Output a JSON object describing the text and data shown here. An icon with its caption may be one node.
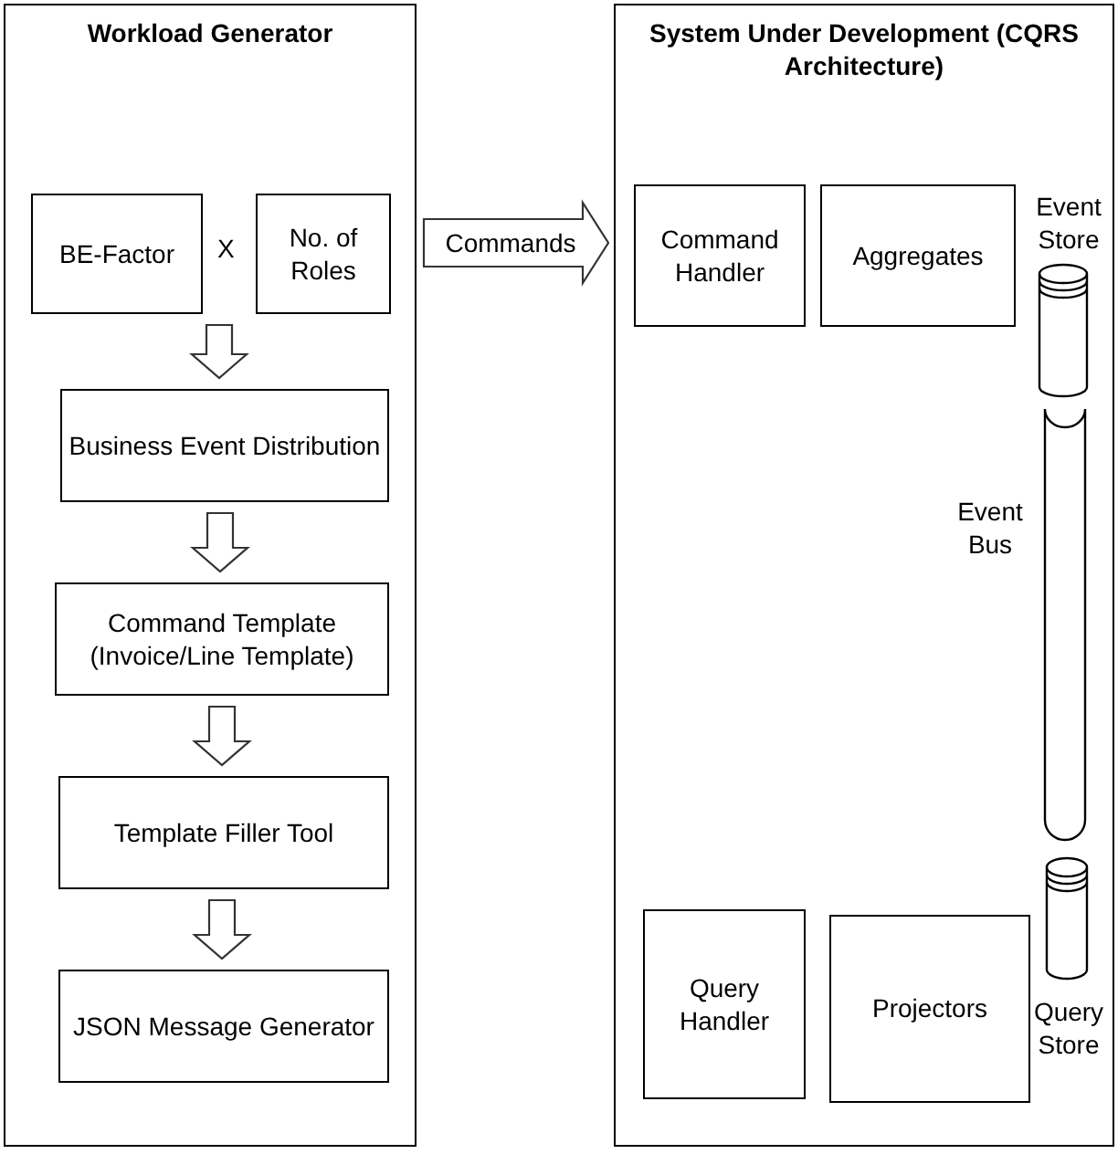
{
  "diagram": {
    "nodes": [
      {
        "text": [
          "Workload Generator"
        ]
      },
      {
        "text": [
          "BE-Factor"
        ],
        "in": 0
      },
      {
        "text": [
          "No. of Roles"
        ],
        "in": 0
      },
      {
        "text": [
          "Business Event Distribution"
        ],
        "in": 0
      },
      {
        "text": [
          "Command Template (Invoice/Line Template)"
        ],
        "in": 0
      },
      {
        "text": [
          "Template Filler Tool"
        ],
        "in": 0
      },
      {
        "text": [
          "JSON Message Generator"
        ],
        "in": 0
      },
      {
        "text": [
          "System Under Development (CQRS Architecture)"
        ]
      },
      {
        "text": [
          "Command Handler"
        ],
        "in": 7
      },
      {
        "text": [
          "Aggregates"
        ],
        "in": 7
      },
      {
        "text": [
          "Event Store"
        ],
        "in": 7
      },
      {
        "text": [
          "Event Bus"
        ],
        "in": 7
      },
      {
        "text": [
          "Query Store"
        ],
        "in": 7
      },
      {
        "text": [
          "Query Handler"
        ],
        "in": 7
      },
      {
        "text": [
          "Projectors"
        ],
        "in": 7
      }
    ],
    "edges": [
      {
        "from": null,
        "to": 3,
        "arrow": "to"
      },
      {
        "from": 3,
        "to": 4,
        "arrow": "to"
      },
      {
        "from": 4,
        "to": 5,
        "arrow": "to"
      },
      {
        "from": 5,
        "to": 6,
        "arrow": "to"
      },
      {
        "from": 0,
        "to": 7,
        "arrow": "to",
        "label": "Commands"
      }
    ],
    "labels": [
      "X"
    ]
  }
}
